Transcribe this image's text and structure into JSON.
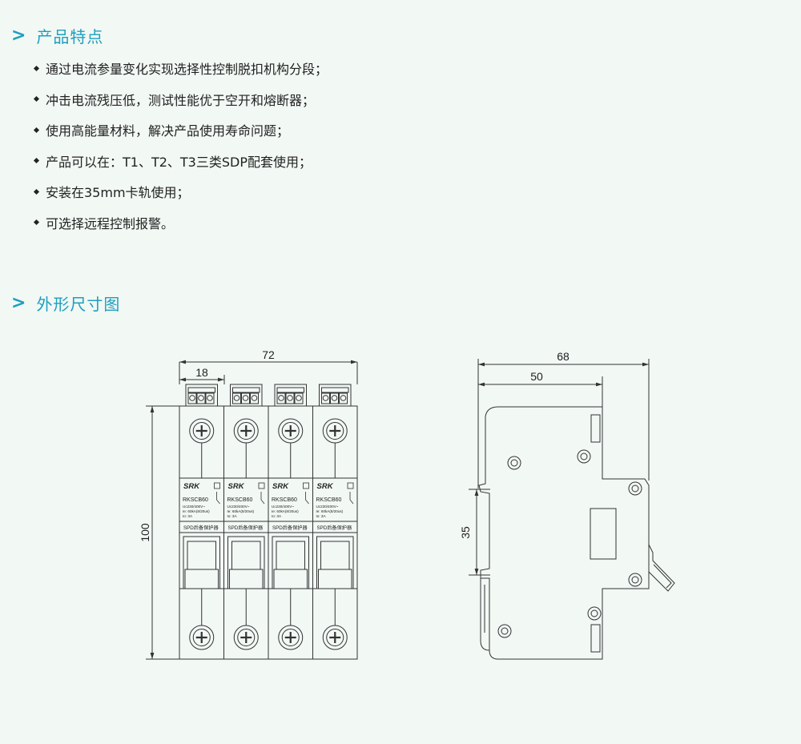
{
  "sections": {
    "features": {
      "chevron": ">",
      "title": "产品特点"
    },
    "dimensions": {
      "chevron": ">",
      "title": "外形尺寸图"
    }
  },
  "features": [
    "通过电流参量变化实现选择性控制脱扣机构分段；",
    "冲击电流残压低，测试性能优于空开和熔断器；",
    "使用高能量材料，解决产品使用寿命问题；",
    "产品可以在：T1、T2、T3三类SDP配套使用；",
    "安装在35mm卡轨使用；",
    "可选择远程控制报警。"
  ],
  "front_view": {
    "dim_total": "72",
    "dim_pole": "18",
    "dim_height": "100",
    "pole_label": {
      "brand": "SRK",
      "model": "RKSCB60",
      "spec1": "Uc230/400V~",
      "spec2": "Ie: 60kA(8/20us)",
      "spec3": "Io: 3A",
      "name": "SPD后备保护器"
    }
  },
  "side_view": {
    "dim_total": "68",
    "dim_partial": "50",
    "dim_rail": "35"
  },
  "colors": {
    "accent": "#1d9fbf",
    "background": "#f2f8f4",
    "line": "#333333"
  }
}
